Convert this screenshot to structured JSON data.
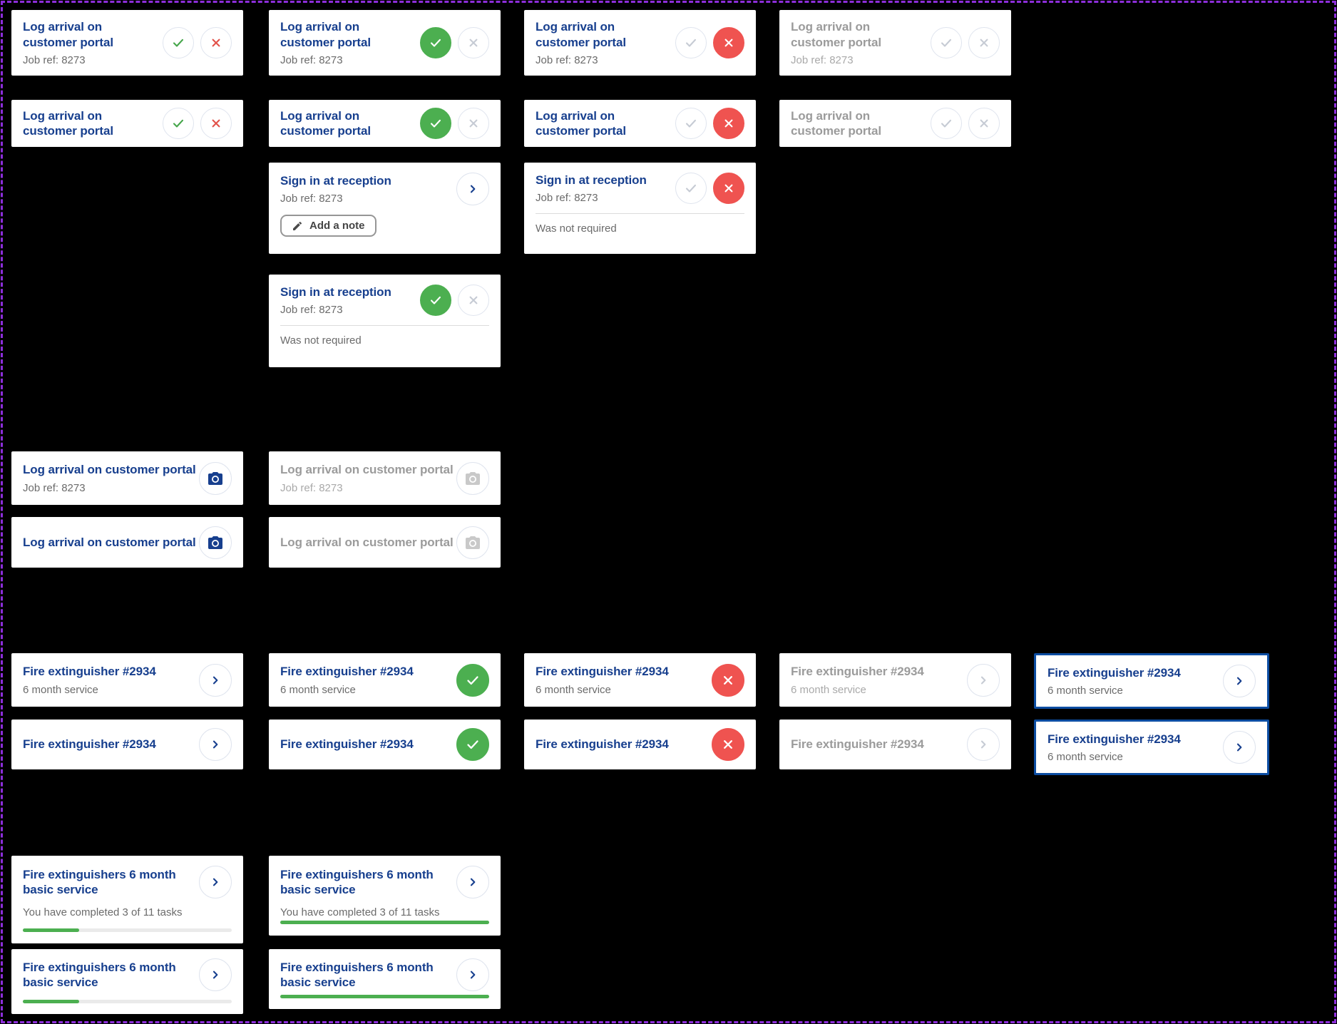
{
  "colors": {
    "canvas_background": "#000000",
    "frame_purple": "#8D2EDB",
    "title_navy": "#173F8E",
    "confirm_green": "#4CAF50",
    "decline_red": "#EF5350",
    "focus_border_blue": "#0C4DA2",
    "muted_text": "#6B6B6B",
    "disabled_text": "#9B9B9B",
    "progress_green": "#4CAF50",
    "progress_track": "#EAEAEA"
  },
  "icons": {
    "check": "check-icon",
    "cross": "x-icon",
    "chevron": "chevron-right-icon",
    "camera": "camera-icon",
    "pencil": "pencil-icon"
  },
  "cards": [
    {
      "title": "Log arrival on customer portal",
      "subtitle": "Job ref: 8273"
    },
    {
      "title": "Log arrival on customer portal",
      "subtitle": "Job ref: 8273"
    },
    {
      "title": "Log arrival on customer portal",
      "subtitle": "Job ref: 8273"
    },
    {
      "title": "Log arrival on customer portal",
      "subtitle": "Job ref: 8273"
    },
    {
      "title": "Log arrival on customer portal"
    },
    {
      "title": "Log arrival on customer portal"
    },
    {
      "title": "Log arrival on customer portal"
    },
    {
      "title": "Log arrival on customer portal"
    },
    {
      "title": "Sign in at reception",
      "subtitle": "Job ref: 8273",
      "button_label": "Add a note"
    },
    {
      "title": "Sign in at reception",
      "subtitle": "Job ref: 8273",
      "note": "Was not required"
    },
    {
      "title": "Sign in at reception",
      "subtitle": "Job ref: 8273",
      "note": "Was not required"
    },
    {
      "title": "Log arrival on customer portal",
      "subtitle": "Job ref: 8273"
    },
    {
      "title": "Log arrival on customer portal",
      "subtitle": "Job ref: 8273"
    },
    {
      "title": "Log arrival on customer portal"
    },
    {
      "title": "Log arrival on customer portal"
    },
    {
      "title": "Fire extinguisher #2934",
      "subtitle": "6 month service"
    },
    {
      "title": "Fire extinguisher #2934",
      "subtitle": "6 month service"
    },
    {
      "title": "Fire extinguisher #2934",
      "subtitle": "6 month service"
    },
    {
      "title": "Fire extinguisher #2934",
      "subtitle": "6 month service"
    },
    {
      "title": "Fire extinguisher #2934",
      "subtitle": "6 month service"
    },
    {
      "title": "Fire extinguisher #2934"
    },
    {
      "title": "Fire extinguisher #2934"
    },
    {
      "title": "Fire extinguisher #2934"
    },
    {
      "title": "Fire extinguisher #2934"
    },
    {
      "title": "Fire extinguisher #2934",
      "subtitle": "6 month service"
    },
    {
      "title": "Fire extinguishers 6 month basic service",
      "status": "You have completed 3 of 11 tasks",
      "progress": "27%"
    },
    {
      "title": "Fire extinguishers 6 month basic service",
      "status": "You have completed 3 of 11 tasks",
      "progress": "100%"
    },
    {
      "title": "Fire extinguishers 6 month basic service",
      "progress": "27%"
    },
    {
      "title": "Fire extinguishers 6 month basic service",
      "progress": "100%"
    }
  ]
}
